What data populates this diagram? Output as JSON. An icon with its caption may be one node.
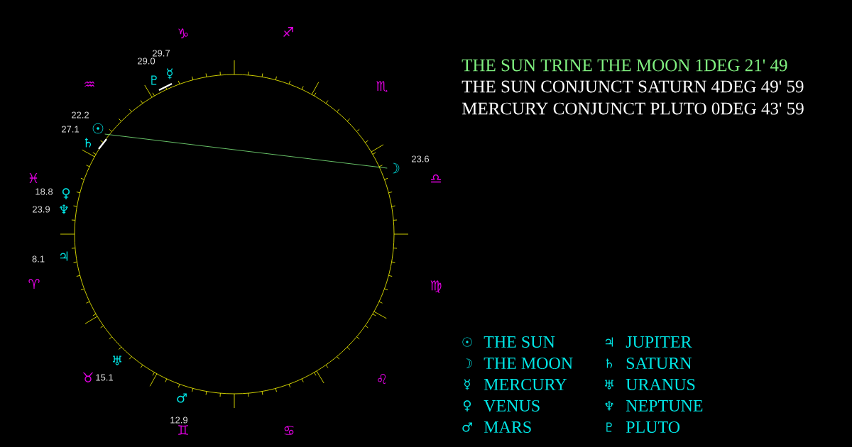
{
  "diagram": {
    "nodes": [
      {
        "text": [
          "☉"
        ]
      },
      {
        "text": [
          "☽"
        ]
      }
    ],
    "edges": [
      {
        "from": 0,
        "to": 1,
        "arrow": "none",
        "color": "#80f080"
      }
    ],
    "labels": [
      "♑",
      "♐",
      "29.7",
      "29.0",
      "♇",
      "☿",
      "♒",
      "♏",
      "22.2",
      "27.1",
      "♄",
      "23.6",
      "♓",
      "♎",
      "18.8",
      "♀",
      "23.9",
      "♆",
      "8.1",
      "♃",
      "♈",
      "♍",
      "♅",
      "♉",
      "15.1",
      "♌",
      "♂",
      "12.9",
      "♊",
      "♋",
      "THE SUN TRINE THE MOON 1DEG 21' 49",
      "THE SUN CONJUNCT SATURN 4DEG 49' 59",
      "MERCURY CONJUNCT PLUTO 0DEG 43' 59",
      "☉",
      "☽",
      "☿",
      "♀",
      "♂",
      "♃",
      "♄",
      "♅",
      "♆",
      "♇"
    ],
    "legend": [
      {
        "text": "THE SUN"
      },
      {
        "text": "THE MOON"
      },
      {
        "text": "MERCURY"
      },
      {
        "text": "VENUS"
      },
      {
        "text": "MARS"
      },
      {
        "text": "JUPITER"
      },
      {
        "text": "SATURN"
      },
      {
        "text": "URANUS"
      },
      {
        "text": "NEPTUNE"
      },
      {
        "text": "PLUTO"
      }
    ]
  }
}
